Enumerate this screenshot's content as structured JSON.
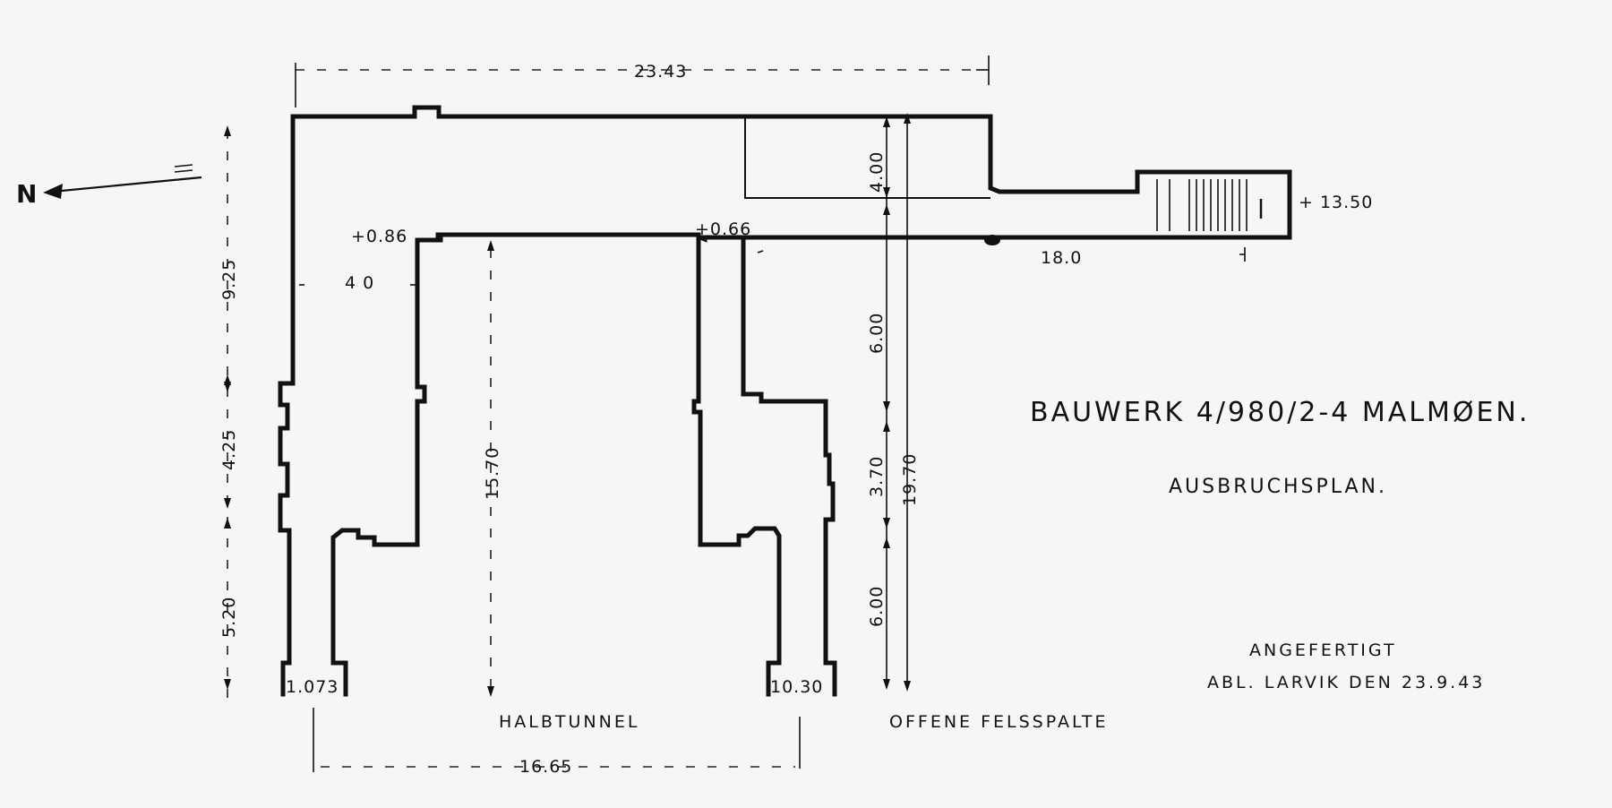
{
  "north_label": "N",
  "dimensions": {
    "top_width": "23.43",
    "left_seg_1": "9.25",
    "left_seg_2": "4.25",
    "left_seg_3": "5.20",
    "left_corridor_width": "4 0",
    "half_tunnel_length": "15.70",
    "room_depth": "4.00",
    "right_seg_1": "6.00",
    "right_seg_2": "3.70",
    "right_seg_3": "6.00",
    "right_total": "19.70",
    "passage_length": "18.0",
    "bottom_width": "16.65"
  },
  "elevations": {
    "left_top": "+0.86",
    "mid_top": "+0.66",
    "right_end": "+ 13.50",
    "left_bottom": "1.073",
    "mid_bottom": "10.30"
  },
  "labels": {
    "half_tunnel": "HALBTUNNEL",
    "open_crevice": "OFFENE FELSSPALTE",
    "title": "BAUWERK 4/980/2-4 MALMØEN.",
    "subtitle": "AUSBRUCHSPLAN.",
    "made_by_1": "ANGEFERTIGT",
    "made_by_2": "ABL. LARVIK DEN 23.9.43"
  }
}
